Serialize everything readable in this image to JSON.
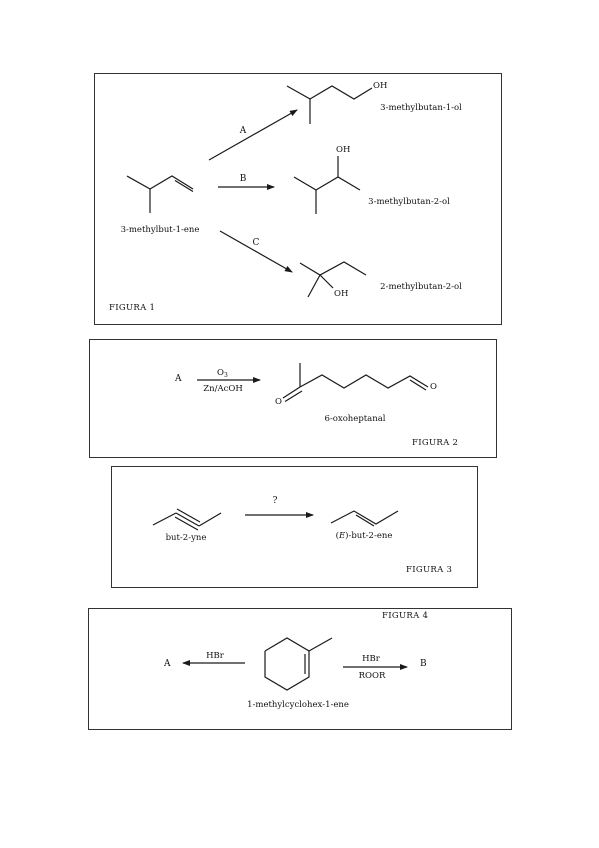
{
  "figure1": {
    "caption": "FIGURA 1",
    "reactant": "3-methylbut-1-ene",
    "arrow_a": "A",
    "arrow_b": "B",
    "arrow_c": "C",
    "product_a": "3-methylbutan-1-ol",
    "product_b": "3-methylbutan-2-ol",
    "product_c": "2-methylbutan-2-ol",
    "oh": "OH"
  },
  "figure2": {
    "caption": "FIGURA 2",
    "reactant": "A",
    "reagent_top": "O",
    "reagent_top_sub": "3",
    "reagent_bottom": "Zn/AcOH",
    "product": "6-oxoheptanal",
    "o": "O"
  },
  "figure3": {
    "caption": "FIGURA 3",
    "reactant": "but-2-yne",
    "reagent": "?",
    "product_prefix": "(",
    "product_stereo": "E",
    "product_suffix": ")-but-2-ene"
  },
  "figure4": {
    "caption": "FIGURA 4",
    "left_product": "A",
    "left_reagent": "HBr",
    "substrate": "1-methylcyclohex-1-ene",
    "right_reagent_top": "HBr",
    "right_reagent_bottom": "ROOR",
    "right_product": "B"
  }
}
